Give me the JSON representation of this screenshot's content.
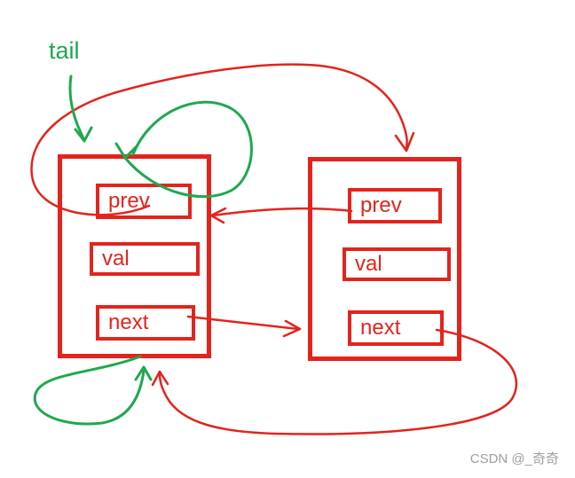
{
  "diagram": {
    "tail_label": "tail",
    "nodes": [
      {
        "name": "left-node",
        "fields": [
          "prev",
          "val",
          "next"
        ]
      },
      {
        "name": "right-node",
        "fields": [
          "prev",
          "val",
          "next"
        ]
      }
    ],
    "watermark": "CSDN @_奇奇"
  },
  "colors": {
    "node_border": "#e3241c",
    "red_pointer": "#e3241c",
    "green_pointer": "#1fa84f",
    "tail_text": "#1fa84f",
    "watermark_text": "#9e9e9e"
  },
  "arrows": [
    "red-arrow-top-loop-to-right-node",
    "red-arrow-right-prev-to-left-node",
    "red-arrow-left-next-to-right-node",
    "red-arrow-bottom-loop-to-left-node",
    "green-arrow-tail-pointer",
    "green-arrow-top-self-loop",
    "green-arrow-bottom-self-loop"
  ]
}
